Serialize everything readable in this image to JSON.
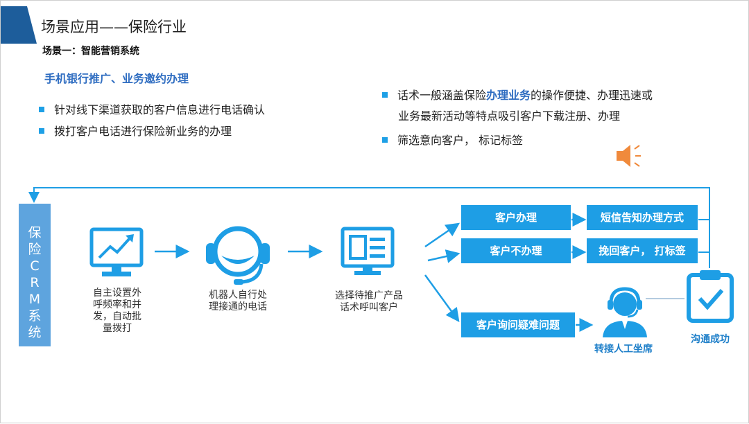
{
  "title": "场景应用——保险行业",
  "scene_label": "场景一：智能营销系统",
  "subtitle": "手机银行推广、业务邀约办理",
  "left_bullets": [
    "针对线下渠道获取的客户信息进行电话确认",
    "拨打客户电话进行保险新业务的办理"
  ],
  "right_bullet_1": {
    "pre": "话术一般涵盖保险",
    "highlight": "办理业务",
    "post": "的操作便捷、办理迅速或",
    "line2": "业务最新活动等特点吸引客户下载注册、办理"
  },
  "right_bullet_2": "筛选意向客户，  标记标签",
  "crm_chars": [
    "保",
    "险",
    "C",
    "R",
    "M",
    "系",
    "统"
  ],
  "steps": {
    "step1": [
      "自主设置外",
      "呼频率和并",
      "发，自动批",
      "量拨打"
    ],
    "step2": [
      "机器人自行处",
      "理接通的电话"
    ],
    "step3": [
      "选择待推广产品",
      "话术呼叫客户"
    ]
  },
  "outcomes": {
    "handle": "客户办理",
    "sms": "短信告知办理方式",
    "not_handle": "客户不办理",
    "recover": "挽回客户，  打标签",
    "inquiry": "客户询问疑难问题",
    "transfer": "转接人工坐席",
    "success": "沟通成功"
  },
  "colors": {
    "accent": "#1e9ee5",
    "dark_blue": "#1d5d9b",
    "crm": "#5ea4de",
    "highlight": "#2f6dc1",
    "speaker": "#f08a3c"
  },
  "icons": [
    "chart-monitor-icon",
    "headset-robot-icon",
    "webpage-screen-icon",
    "speaker-icon",
    "agent-icon",
    "clipboard-check-icon"
  ]
}
